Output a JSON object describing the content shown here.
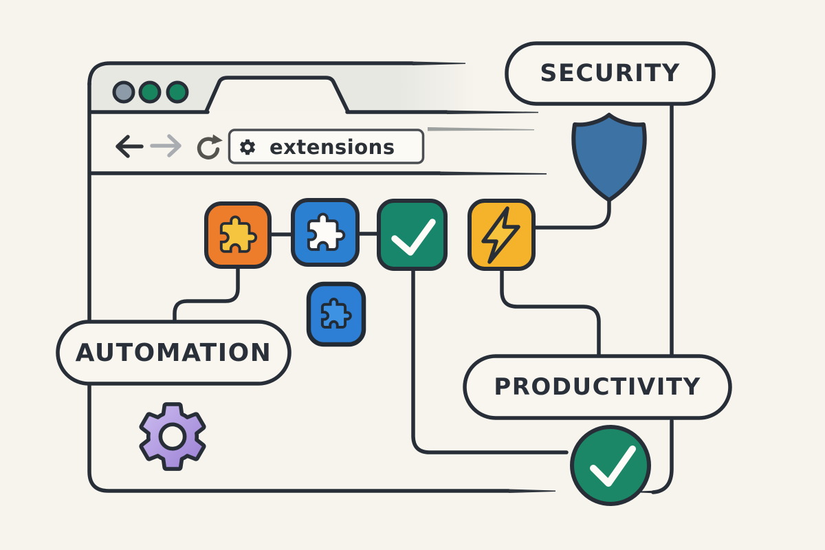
{
  "page": {
    "background": "#F7F3ED",
    "outline": "#272E37"
  },
  "browser": {
    "titlebar_color": "#E7E8E2",
    "window_controls": {
      "dot1": "#8D9AA8",
      "dot2": "#18855F",
      "dot3": "#17855F"
    },
    "toolbar": {
      "back_icon": "arrow-left",
      "forward_icon": "arrow-right",
      "reload_icon": "reload"
    },
    "address_bar": {
      "url": "extensions",
      "icon": "gear-icon",
      "fill": "#FCFAF4"
    }
  },
  "nodes": {
    "extension_orange": {
      "color": "#EE7D2B",
      "glyph": "puzzle-icon",
      "glyph_color": "#F6C540"
    },
    "extension_blue": {
      "color": "#2C80D2",
      "glyph": "puzzle-icon",
      "glyph_color": "#FDFCF8"
    },
    "extension_green": {
      "color": "#17866A",
      "glyph": "check-icon",
      "glyph_color": "#FDFCF8"
    },
    "extension_yellow": {
      "color": "#F4B32A",
      "glyph": "bolt-icon",
      "glyph_color": "#F7C33C"
    },
    "extension_small_blue": {
      "color": "#2C7FD4",
      "glyph": "puzzle-icon",
      "glyph_color": "#3E92E4"
    },
    "shield": {
      "color": "#3C72A4"
    },
    "gear": {
      "color_from": "#CDBDEF",
      "color_to": "#9A7FD5"
    },
    "check_circle": {
      "color": "#1B8767"
    }
  },
  "labels": {
    "security": "SECURITY",
    "automation": "AUTOMATION",
    "productivity": "PRODUCTIVITY"
  }
}
